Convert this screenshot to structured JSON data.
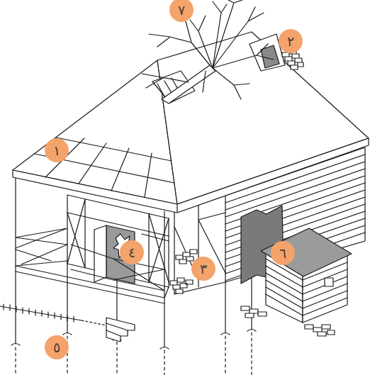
{
  "diagram": {
    "labels": [
      "١",
      "٢",
      "٣",
      "٤",
      "٥",
      "٦",
      "٧"
    ]
  }
}
